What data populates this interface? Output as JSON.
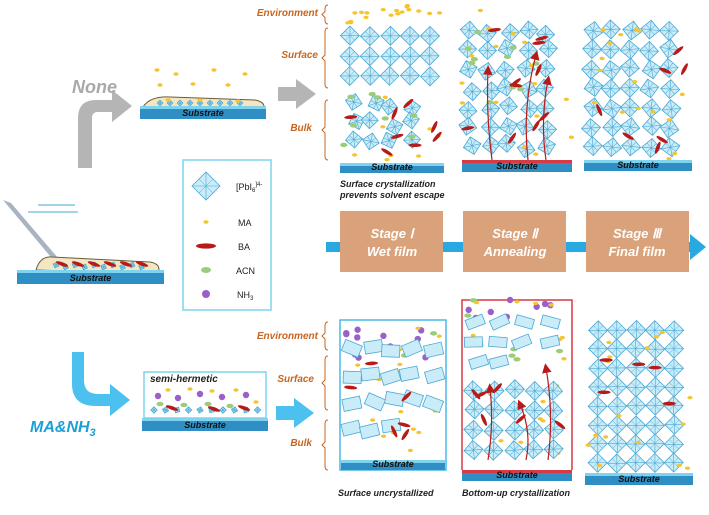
{
  "colors": {
    "substrate_top": "#7fd3ee",
    "substrate_body": "#2f8fc4",
    "crystal_fill": "#c9ecf8",
    "crystal_stroke": "#4aa8d4",
    "ma": "#f4c531",
    "ba": "#b81a1a",
    "acn": "#9ccc7a",
    "nh3": "#9b5fc8",
    "stage_box": "#d9a27a",
    "stage_arrow": "#29a9e1",
    "label_orange": "#c8651f",
    "ma_nh3_label": "#1aa0d8",
    "gray_arrow": "#b5b5b5",
    "blue_arrow": "#4cc0ee",
    "red_line": "#d83a45"
  },
  "labels": {
    "substrate": "Substrate",
    "none": "None",
    "ma_nh3": "MA&NH",
    "ma_nh3_sub": "3",
    "semi_hermetic": "semi-hermetic",
    "environment": "Environment",
    "surface": "Surface",
    "bulk": "Bulk",
    "caption_top": [
      "Surface crystallization",
      "prevents solvent escape"
    ],
    "caption_bottom_1": "Surface uncrystallized",
    "caption_bottom_2": "Bottom-up crystallization"
  },
  "legend": {
    "pbi6_main": "[PbI",
    "pbi6_sub": "6",
    "pbi6_sup": "]4-",
    "items": [
      {
        "label": "MA",
        "icon": "yellow-ellipse"
      },
      {
        "label": "BA",
        "icon": "red-rod"
      },
      {
        "label": "ACN",
        "icon": "green-ellipse"
      },
      {
        "label": "NH",
        "sub": "3",
        "icon": "purple-circle"
      }
    ]
  },
  "stages": [
    {
      "title": "Stage Ⅰ",
      "name": "Wet film"
    },
    {
      "title": "Stage Ⅱ",
      "name": "Annealing"
    },
    {
      "title": "Stage Ⅲ",
      "name": "Final film"
    }
  ]
}
